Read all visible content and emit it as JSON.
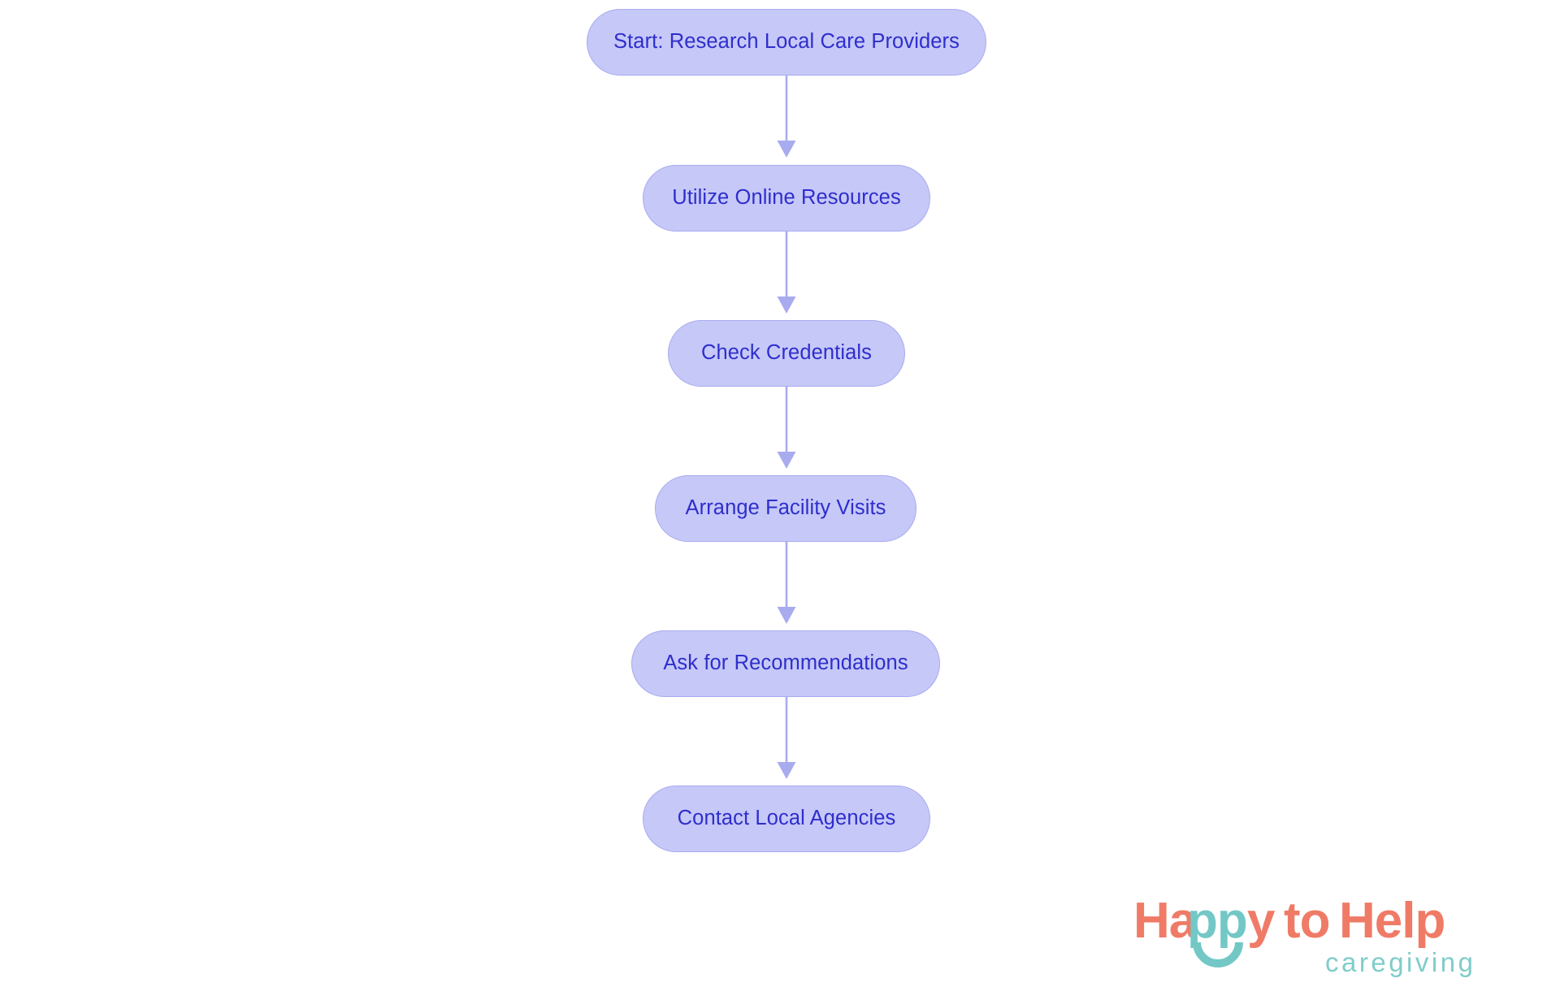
{
  "chart_data": {
    "type": "diagram",
    "diagram_type": "flowchart",
    "orientation": "vertical-top-to-bottom",
    "title": "",
    "node_fill": "#c6c8f8",
    "node_border": "#a9abef",
    "node_text_color": "#2e2ecc",
    "connector_color": "#a9abef",
    "background": "#ffffff",
    "nodes": [
      {
        "id": "n1",
        "label": "Start: Research Local Care Providers"
      },
      {
        "id": "n2",
        "label": "Utilize Online Resources"
      },
      {
        "id": "n3",
        "label": "Check Credentials"
      },
      {
        "id": "n4",
        "label": "Arrange Facility Visits"
      },
      {
        "id": "n5",
        "label": "Ask for Recommendations"
      },
      {
        "id": "n6",
        "label": "Contact Local Agencies"
      }
    ],
    "edges": [
      {
        "from": "n1",
        "to": "n2",
        "label": ""
      },
      {
        "from": "n2",
        "to": "n3",
        "label": ""
      },
      {
        "from": "n3",
        "to": "n4",
        "label": ""
      },
      {
        "from": "n4",
        "to": "n5",
        "label": ""
      },
      {
        "from": "n5",
        "to": "n6",
        "label": ""
      }
    ]
  },
  "flowchart": {
    "nodes": [
      {
        "label": "Start: Research Local Care Providers"
      },
      {
        "label": "Utilize Online Resources"
      },
      {
        "label": "Check Credentials"
      },
      {
        "label": "Arrange Facility Visits"
      },
      {
        "label": "Ask for Recommendations"
      },
      {
        "label": "Contact Local Agencies"
      }
    ]
  },
  "logo": {
    "word_happy": "Happy",
    "word_to": "to",
    "word_help": "Help",
    "tagline": "caregiving",
    "color_coral": "#ef7b67",
    "color_teal": "#73c8c6"
  }
}
